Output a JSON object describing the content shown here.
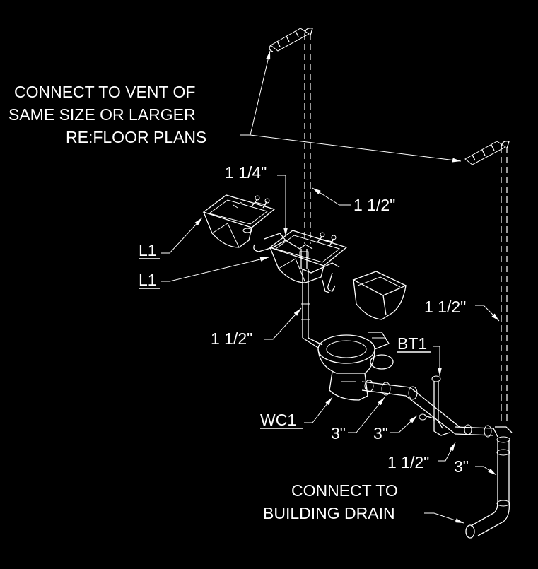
{
  "labels": {
    "vent_note_line1": "CONNECT TO VENT OF",
    "vent_note_line2": "SAME SIZE OR LARGER",
    "vent_note_line3": "RE:FLOOR PLANS",
    "size_1_1_4": "1 1/4\"",
    "size_vent_1_1_2": "1 1/2\"",
    "lav_tag_1": "L1",
    "lav_tag_2": "L1",
    "size_lav_drop_1_1_2": "1 1/2\"",
    "size_right_vent_1_1_2": "1 1/2\"",
    "bt_tag": "BT1",
    "wc_tag": "WC1",
    "size_3_a": "3\"",
    "size_3_b": "3\"",
    "size_bt_1_1_2": "1 1/2\"",
    "size_3_c": "3\"",
    "drain_note_line1": "CONNECT TO",
    "drain_note_line2": "BUILDING DRAIN"
  },
  "colors": {
    "background": "#000000",
    "linework": "#ffffff"
  }
}
